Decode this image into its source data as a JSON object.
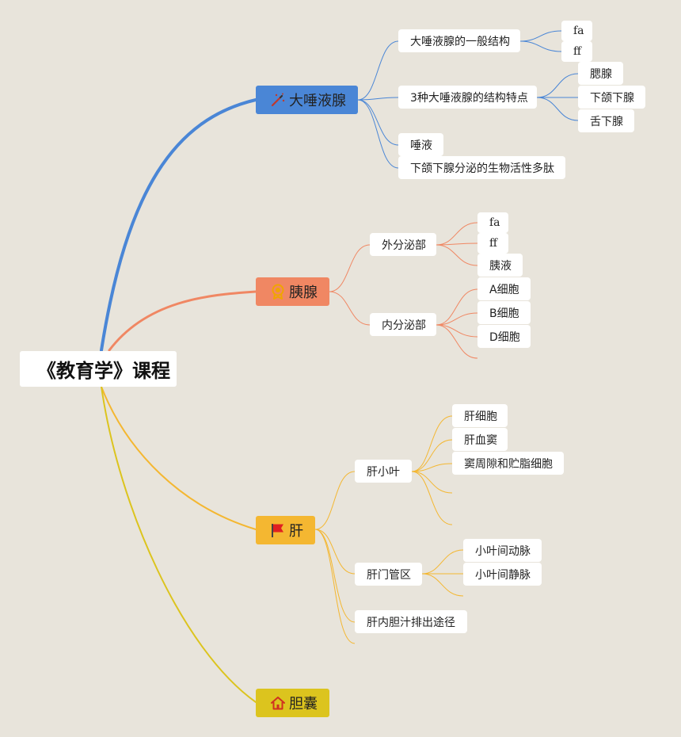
{
  "root": {
    "label": "《教育学》课程"
  },
  "colors": {
    "background": "#e8e4db",
    "salivary": "#4a86d6",
    "pancreas": "#f08763",
    "liver": "#f4b731",
    "gallbladder": "#dcc41e",
    "node_bg": "#ffffff"
  },
  "branches": {
    "salivary": {
      "label": "大唾液腺",
      "icon": "magic-wand-icon",
      "children": {
        "structure": {
          "label": "大唾液腺的一般结构",
          "children": [
            "fa",
            "ff"
          ]
        },
        "features": {
          "label": "3种大唾液腺的结构特点",
          "children": [
            "腮腺",
            "下颌下腺",
            "舌下腺"
          ]
        },
        "saliva": {
          "label": "唾液"
        },
        "peptides": {
          "label": "下颌下腺分泌的生物活性多肽"
        }
      }
    },
    "pancreas": {
      "label": "胰腺",
      "icon": "award-medal-icon",
      "children": {
        "exocrine": {
          "label": "外分泌部",
          "children": [
            "fa",
            "ff",
            "胰液"
          ]
        },
        "endocrine": {
          "label": "内分泌部",
          "children": [
            "A细胞",
            "B细胞",
            "D细胞"
          ]
        }
      }
    },
    "liver": {
      "label": "肝",
      "icon": "flag-icon",
      "children": {
        "lobule": {
          "label": "肝小叶",
          "children": [
            "肝细胞",
            "肝血窦",
            "窦周隙和贮脂细胞"
          ]
        },
        "portal": {
          "label": "肝门管区",
          "children": [
            "小叶间动脉",
            "小叶间静脉"
          ]
        },
        "bile": {
          "label": "肝内胆汁排出途径"
        }
      }
    },
    "gallbladder": {
      "label": "胆囊",
      "icon": "house-icon"
    }
  }
}
